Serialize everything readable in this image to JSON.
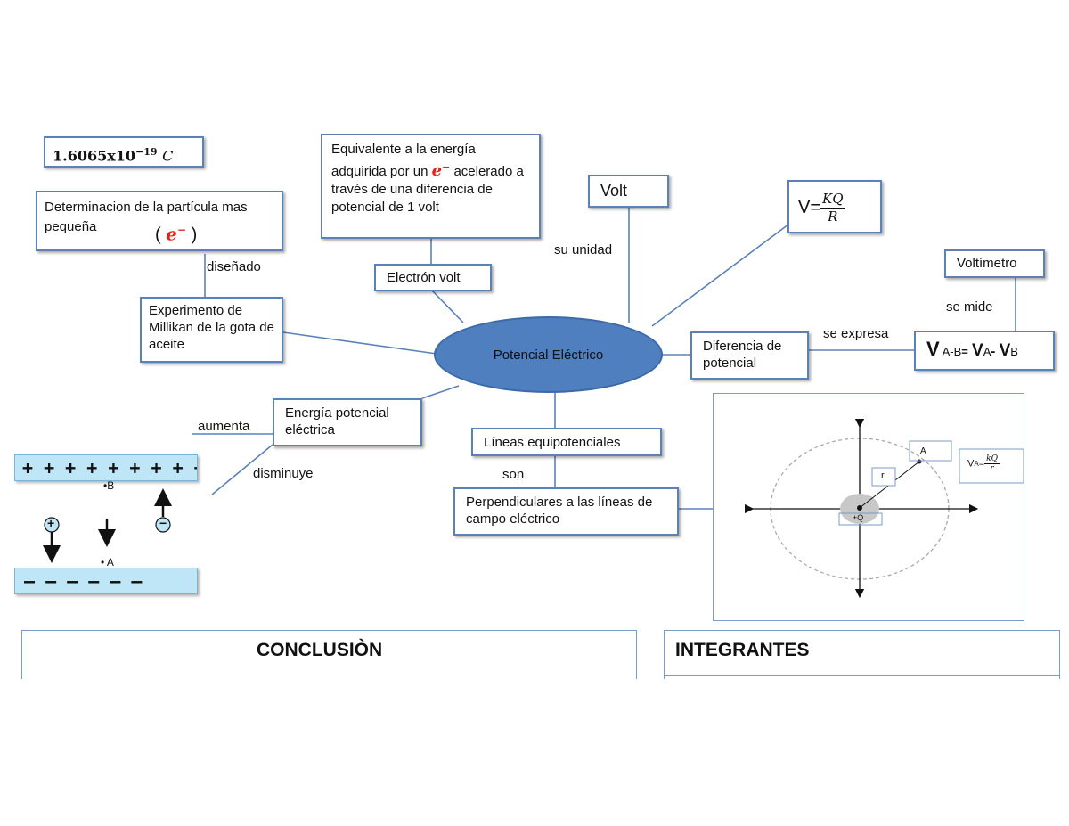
{
  "center": {
    "label": "Potencial Eléctrico"
  },
  "charge_box": {
    "value": "1.6065x10",
    "exponent": "−19",
    "unit": "C"
  },
  "determinacion": {
    "text": "Determinacion de la partícula mas pequeña",
    "symbol_open": "(",
    "symbol": "e",
    "symbol_sup": "−",
    "symbol_close": ")"
  },
  "labels": {
    "disenado": "diseñado",
    "su_unidad": "su unidad",
    "se_expresa": "se expresa",
    "se_mide": "se mide",
    "aumenta": "aumenta",
    "disminuye": "disminuye",
    "son": "son"
  },
  "millikan": {
    "text": "Experimento de Millikan de la gota de aceite"
  },
  "equivalente": {
    "text_before": "Equivalente a la energía adquirida por un",
    "symbol": "e",
    "symbol_sup": "−",
    "text_after": "acelerado a través de una diferencia de potencial de 1 volt"
  },
  "electron_volt": {
    "text": "Electrón volt"
  },
  "volt": {
    "text": "Volt"
  },
  "formula_v": {
    "lhs": "V=",
    "num": "KQ",
    "den": "R"
  },
  "voltimetro": {
    "text": "Voltímetro"
  },
  "diferencia": {
    "text": "Diferencia de potencial"
  },
  "vab": {
    "V": "V",
    "sub_ab": " A-B",
    "eq": "=",
    "VA": "V",
    "sub_a": "A",
    "minus": "-",
    "VB": "V",
    "sub_b": "B"
  },
  "energia": {
    "text": "Energía potencial eléctrica"
  },
  "lineas": {
    "text": "Líneas equipotenciales"
  },
  "perpendiculares": {
    "text": "Perpendiculares a las líneas de campo eléctrico"
  },
  "plates": {
    "top": "+ + + + + + + + + +",
    "bottom": "— — — — — —",
    "pointB": "•B",
    "pointA": "• A",
    "plus": "+",
    "minus": "−"
  },
  "field_diagram": {
    "point": "A",
    "r": "r",
    "charge": "+Q",
    "formula_lhs": "V",
    "formula_sub": "A",
    "formula_eq": "=",
    "formula_num": "kQ",
    "formula_den": "r"
  },
  "bottom": {
    "conclusion": "CONCLUSIÒN",
    "integrantes": "INTEGRANTES"
  }
}
